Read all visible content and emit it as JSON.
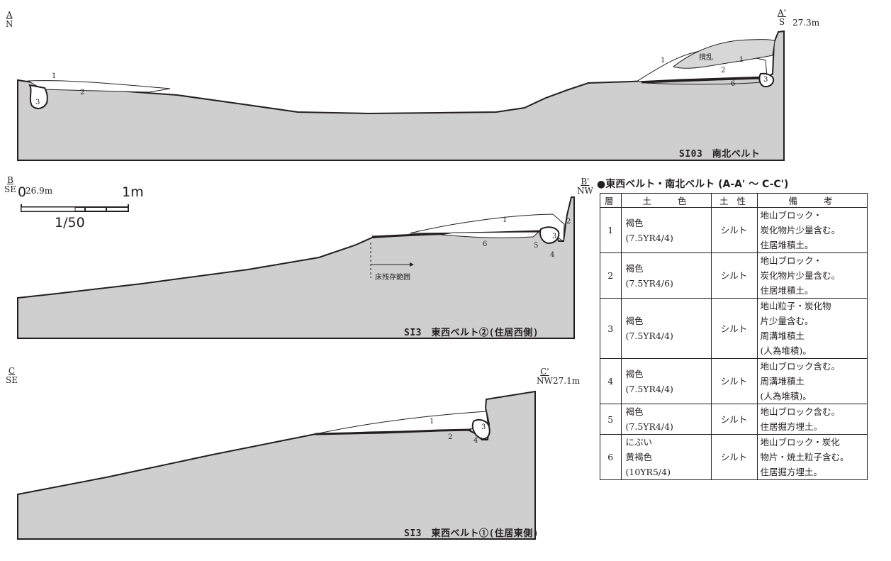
{
  "sections": {
    "a": {
      "left": "A",
      "left_dir": "N",
      "right": "A'",
      "right_dir": "S",
      "elevation": "27.3m",
      "caption": "SI03　南北ベルト",
      "disturbed": "撹乱"
    },
    "b": {
      "left": "B",
      "left_dir": "SE",
      "right": "B'",
      "right_dir": "NW",
      "elevation": "26.9m",
      "caption": "SI3　東西ベルト②(住居西側)",
      "floor_range": "床残存範囲"
    },
    "c": {
      "left": "C",
      "left_dir": "SE",
      "right": "C'",
      "right_dir": "NW",
      "elevation": "27.1m",
      "caption": "SI3　東西ベルト①(住居東側)"
    }
  },
  "scale": {
    "start": "0",
    "end": "1m",
    "ratio": "1/50"
  },
  "layer_numbers": [
    "1",
    "2",
    "3",
    "4",
    "5",
    "6"
  ],
  "table": {
    "title": "●東西ベルト・南北ベルト (A-A' ～ C-C')",
    "headers": [
      "層",
      "土　　色",
      "土 性",
      "備　　考"
    ],
    "rows": [
      {
        "layer": "1",
        "color_name": "褐色",
        "color_code": "(7.5YR4/4)",
        "texture": "シルト",
        "notes": [
          "地山ブロック・",
          "炭化物片少量含む。",
          "住居堆積土。"
        ]
      },
      {
        "layer": "2",
        "color_name": "褐色",
        "color_code": "(7.5YR4/6)",
        "texture": "シルト",
        "notes": [
          "地山ブロック・",
          "炭化物片少量含む。",
          "住居堆積土。"
        ]
      },
      {
        "layer": "3",
        "color_name": "褐色",
        "color_code": "(7.5YR4/4)",
        "texture": "シルト",
        "notes": [
          "地山粒子・炭化物",
          "片少量含む。",
          "周溝堆積土",
          "(人為堆積)。"
        ]
      },
      {
        "layer": "4",
        "color_name": "褐色",
        "color_code": "(7.5YR4/4)",
        "texture": "シルト",
        "notes": [
          "地山ブロック含む。",
          "周溝堆積土",
          "(人為堆積)。"
        ]
      },
      {
        "layer": "5",
        "color_name": "褐色",
        "color_code": "(7.5YR4/4)",
        "texture": "シルト",
        "notes": [
          "地山ブロック含む。",
          "住居掘方埋土。"
        ]
      },
      {
        "layer": "6",
        "color_name": "にぶい\n黄褐色",
        "color_code": "(10YR5/4)",
        "texture": "シルト",
        "notes": [
          "地山ブロック・炭化",
          "物片・焼土粒子含む。",
          "住居掘方埋土。"
        ]
      }
    ]
  },
  "colors": {
    "ground": "#cfcfcf",
    "ink": "#231f20",
    "disturbed_fill": "#d7d7d7"
  }
}
